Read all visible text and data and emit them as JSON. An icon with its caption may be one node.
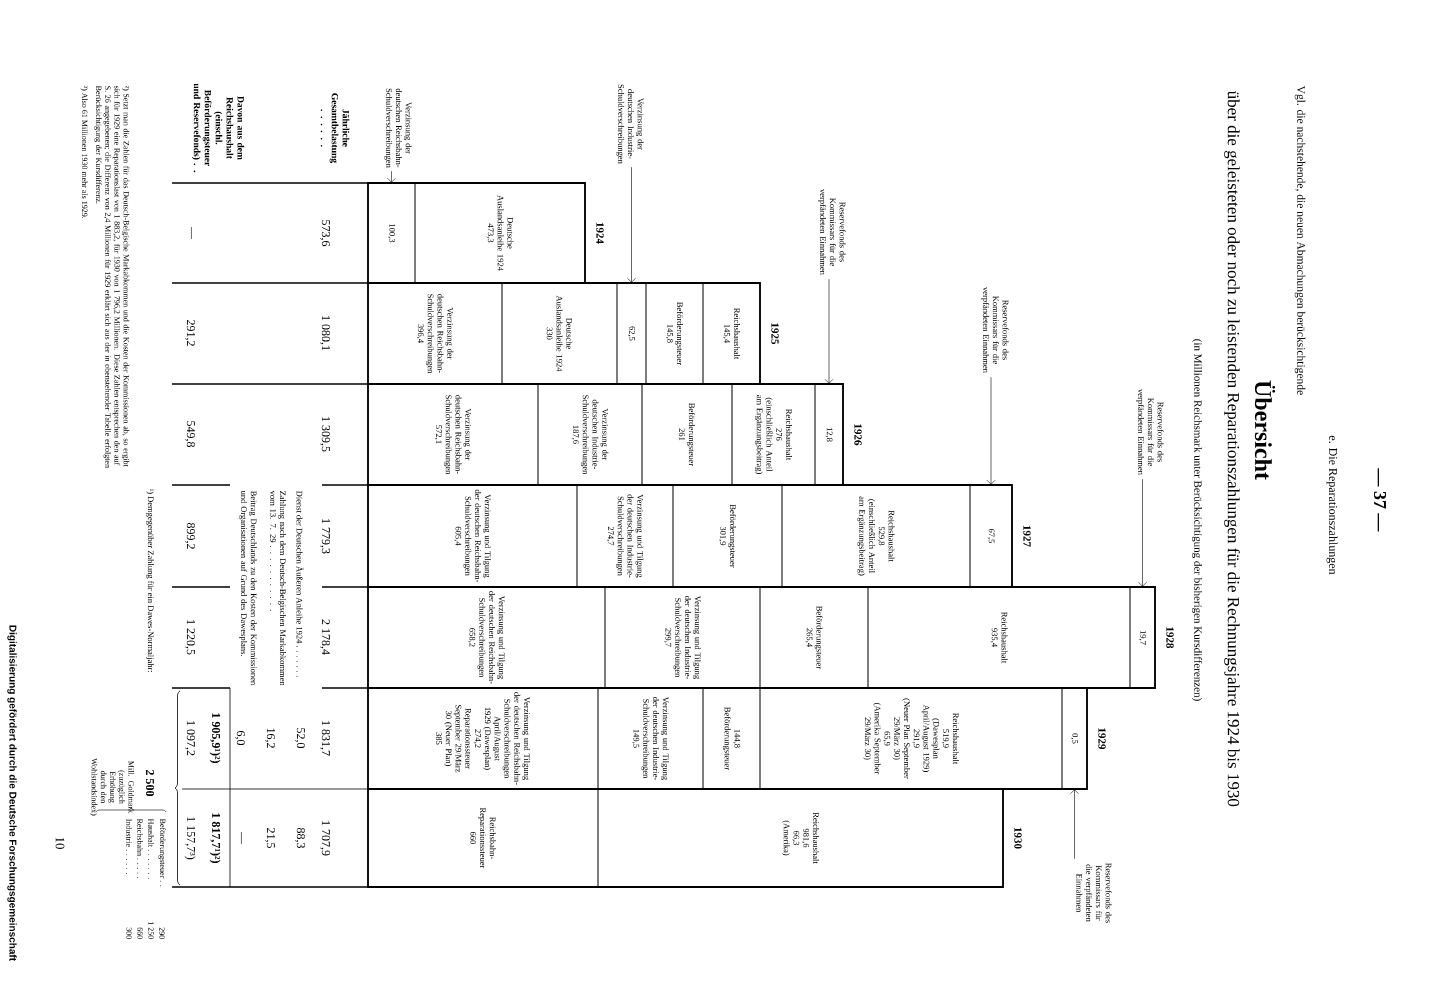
{
  "diagram": {
    "title": "Übersicht",
    "nodes": [
      {
        "text": [
          "1924"
        ]
      },
      {
        "text": [
          "100,3"
        ],
        "in": 0
      },
      {
        "text": [
          "Deutsche Auslandsanleihe 1924",
          "473,3"
        ],
        "in": 0
      },
      {
        "text": [
          "1925"
        ]
      },
      {
        "text": [
          "Verzinsung der deutschen Reichsbahn-Schuldverschreibungen",
          "396,4"
        ],
        "in": 3
      },
      {
        "text": [
          "Deutsche Auslandsanleihe 1924",
          "330"
        ],
        "in": 3
      },
      {
        "text": [
          "62,5"
        ],
        "in": 3
      },
      {
        "text": [
          "Beförderungsteuer",
          "145,8"
        ],
        "in": 3
      },
      {
        "text": [
          "Reichshaushalt",
          "145,4"
        ],
        "in": 3
      },
      {
        "text": [
          "1926"
        ]
      },
      {
        "text": [
          "Verzinsung der deutschen Reichsbahn-Schuldverschreibungen",
          "572,1"
        ],
        "in": 9
      },
      {
        "text": [
          "Verzinsung der deutschen Industrie-Schuldverschreibungen",
          "187,6"
        ],
        "in": 9
      },
      {
        "text": [
          "Beförderungsteuer",
          "261"
        ],
        "in": 9
      },
      {
        "text": [
          "Reichshaushalt",
          "276",
          "(einschließlich Anteil am Ergänzungsbeitrag)"
        ],
        "in": 9
      },
      {
        "text": [
          "12,8"
        ],
        "in": 9
      },
      {
        "text": [
          "1927"
        ]
      },
      {
        "text": [
          "Verzinsung und Tilgung der deutschen Reichsbahn-Schuldverschreibungen",
          "605,4"
        ],
        "in": 15
      },
      {
        "text": [
          "Verzinsung und Tilgung der deutschen Industrie-Schuldverschreibungen",
          "274,7"
        ],
        "in": 15
      },
      {
        "text": [
          "Beförderungsteuer",
          "301,9"
        ],
        "in": 15
      },
      {
        "text": [
          "Reichshaushalt",
          "529,8",
          "(einschließlich Anteil am Ergänzungsbeitrag)"
        ],
        "in": 15
      },
      {
        "text": [
          "67,5"
        ],
        "in": 15
      },
      {
        "text": [
          "1928"
        ]
      },
      {
        "text": [
          "Verzinsung und Tilgung der deutschen Reichsbahn-Schuldverschreibungen",
          "658,2"
        ],
        "in": 21
      },
      {
        "text": [
          "Verzinsung und Tilgung der deutschen Industrie-Schuldverschreibungen",
          "299,7"
        ],
        "in": 21
      },
      {
        "text": [
          "Beförderungsteuer",
          "265,4"
        ],
        "in": 21
      },
      {
        "text": [
          "Reichshaushalt",
          "935,4"
        ],
        "in": 21
      },
      {
        "text": [
          "19,7"
        ],
        "in": 21
      },
      {
        "text": [
          "1929"
        ]
      },
      {
        "text": [
          "Verzinsung und Tilgung der deutschen Reichsbahn-Schuldverschreibungen April/August 1929 (Dawesplan)",
          "274,2",
          "Reparationssteuer September 29/März 30 (Neuer Plan)",
          "385"
        ],
        "in": 27
      },
      {
        "text": [
          "Verzinsung und Tilgung der deutschen Industrie-Schuldverschreibungen",
          "149,5"
        ],
        "in": 27
      },
      {
        "text": [
          "144,8",
          "Beförderungsteuer"
        ],
        "in": 27
      },
      {
        "text": [
          "Reichshaushalt",
          "519,9",
          "(Dawesplan April/August 1929)",
          "291,9",
          "(Neuer Plan September 29/März 30)",
          "65,9",
          "(Amerika September 29/März 30)"
        ],
        "in": 27
      },
      {
        "text": [
          "0,5"
        ],
        "in": 27
      },
      {
        "text": [
          "1930"
        ]
      },
      {
        "text": [
          "Reichsbahn-Reparationssteuer",
          "660"
        ],
        "in": 33
      },
      {
        "text": [
          "Reichshaushalt",
          "981,6",
          "66,3",
          "(Amerika)"
        ],
        "in": 33
      },
      {
        "text": [
          "Verzinsung der deutschen Reichsbahn-Schuldverschreibungen"
        ]
      },
      {
        "text": [
          "Verzinsung der deutschen Industrie-Schuldverschreibungen"
        ]
      },
      {
        "text": [
          "Reservefonds des Kommissars für die verpfändeten Einnahmen"
        ]
      },
      {
        "text": [
          "Reservefonds des Kommissars für die verpfändeten Einnahmen"
        ]
      },
      {
        "text": [
          "Reservefonds des Kommissars für die verpfändeten Einnahmen"
        ]
      },
      {
        "text": [
          "Reservefonds des Kommissars für die verpfändeten Einnahmen"
        ]
      }
    ],
    "edges": [
      {
        "from": 36,
        "to": 1,
        "arrow": "to"
      },
      {
        "from": 37,
        "to": 6,
        "arrow": "to"
      },
      {
        "from": 38,
        "to": 14,
        "arrow": "to"
      },
      {
        "from": 39,
        "to": 20,
        "arrow": "to"
      },
      {
        "from": 40,
        "to": 26,
        "arrow": "to"
      },
      {
        "from": 41,
        "to": 32,
        "arrow": "to"
      }
    ],
    "labels": [
      "— 37 —",
      "e. Die Reparationszahlungen",
      "Vgl. die nachstehende, die neuen Abmachungen berücksichtigende",
      "über die geleisteten oder noch zu leistenden Reparationszahlungen für die Rechnungsjahre 1924 bis 1930",
      "(in Millionen Reichsmark unter Berücksichtigung der bisherigen Kursdifferenzen)",
      "Jährliche Gesamtbelastung . . . . . .",
      "Davon aus dem Reichshaushalt (einschl. Beförderungsteuer und Reservefonds) . .",
      "573,6",
      "—",
      "1 080,1",
      "291,2",
      "1 309,5",
      "549,8",
      "1 779,3",
      "899,2",
      "2 178,4",
      "1 220,5",
      "1 831,7",
      "1 707,9",
      "Dienst der Deutschen Äußeren Anleihe 1924 . . . . . . .",
      "52,0",
      "88,3",
      "Zahlung nach dem Deutsch-Belgischen Markabkommen vom 13. 7. 29 . . . . . . . . . . .",
      "16,2",
      "21,5",
      "Beitrag Deutschlands zu den Kosten der Kommissionen und Organisationen auf Grund des Dawesplans.",
      "6,0",
      "—",
      "1 905,9¹)²)",
      "1 817,7¹)²)",
      "1 097,2",
      "1 157,7³)",
      "¹) Demgegenüber Zahlung für ein Dawes-Normaljahr:",
      "2 500",
      "Mill. Goldmark (zuzüglich Erhöhung durch den Wohlstandsindex)",
      "Beförderungsteuer . .",
      "290",
      "Haushalt . . . . . . .",
      "1 250",
      "Reichsbahn . . . . .",
      "660",
      "Industrie . . . . . .",
      "300",
      "²) Setzt man die Zahlen für das Deutsch-Belgische Markabkommen und die Kosten der Kommissionen ab, so ergibt sich für 1929 eine Reparationslast von 1 883,2, für 1930 von 1 796,2 Millionen. Diese Zahlen entsprechen den auf S. 26 angegebenen; die Differenz von 2,4 Millionen für 1929 erklärt sich aus der in obenstehender Tabelle erfolgten Berücksichtigung der Kursdifferenz.",
      "³) Also 61 Millionen 1930 mehr als 1929.",
      "10",
      "Digitalisierung gefördert durch die Deutsche Forschungsgemeinschaft"
    ]
  }
}
